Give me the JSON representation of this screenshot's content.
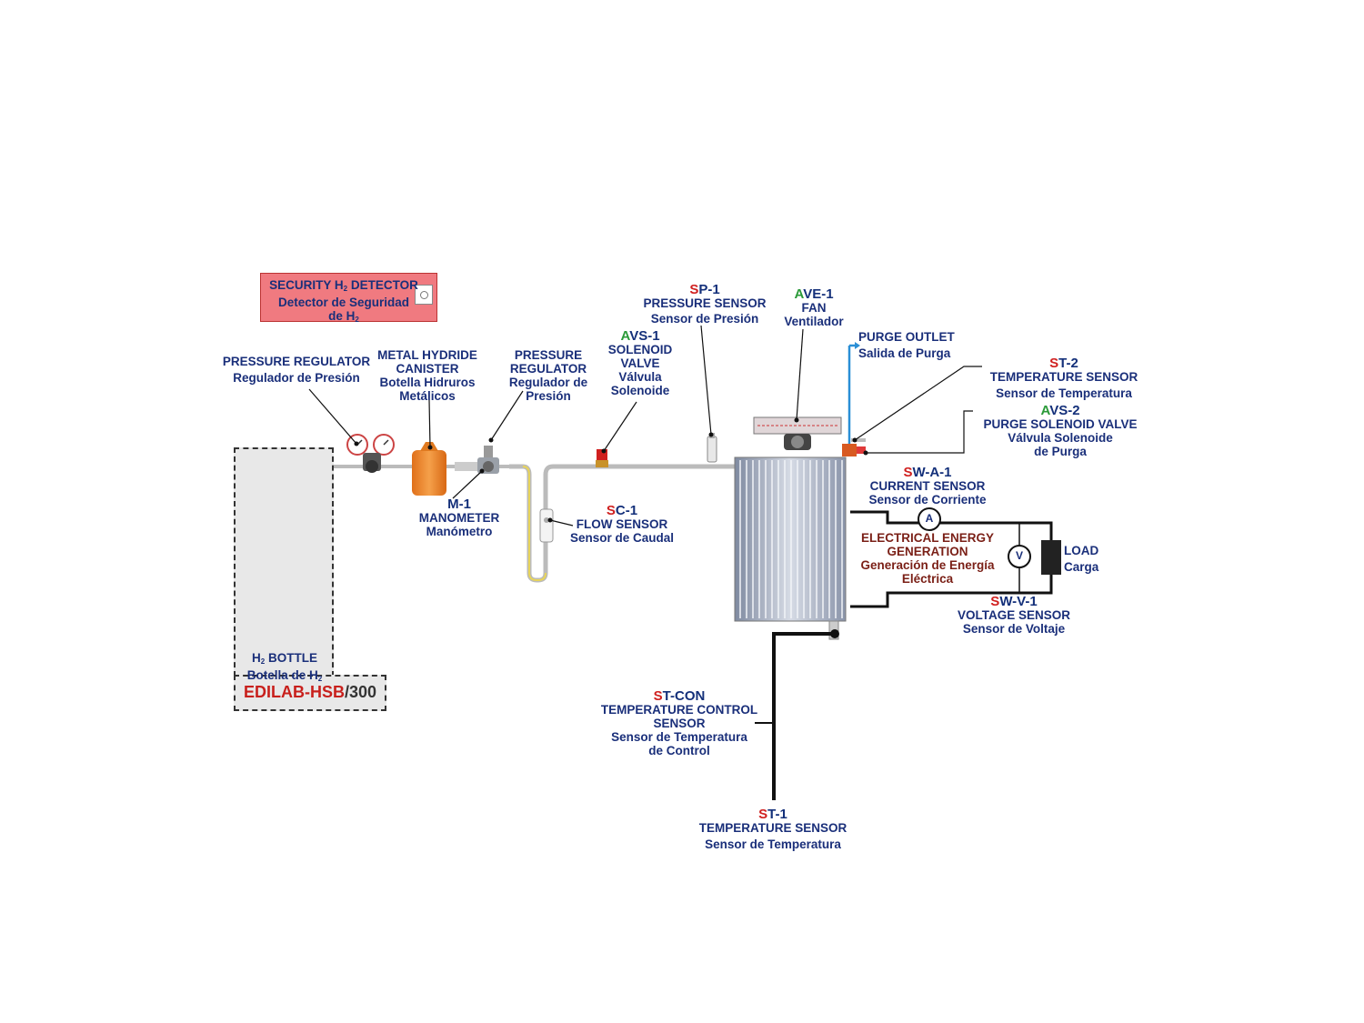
{
  "detector": {
    "en_pre": "SECURITY H",
    "en_sub": "2",
    "en_post": " DETECTOR",
    "es1": "Detector de Seguridad",
    "es2_pre": "de H",
    "es2_sub": "2"
  },
  "bottle": {
    "en_pre": "H",
    "en_sub": "2",
    "en_post": " BOTTLE",
    "es_pre": "Botella de H",
    "es_sub": "2"
  },
  "model": {
    "prefix": "EDILAB-HSB",
    "suffix": "/300"
  },
  "pressure_regulator_1": {
    "en": "PRESSURE REGULATOR",
    "es": "Regulador de Presión"
  },
  "canister": {
    "en1": "METAL HYDRIDE",
    "en2": "CANISTER",
    "es1": "Botella Hidruros",
    "es2": "Metálicos"
  },
  "pressure_regulator_2": {
    "en1": "PRESSURE",
    "en2": "REGULATOR",
    "es1": "Regulador de",
    "es2": "Presión"
  },
  "manometer": {
    "code": "M-1",
    "en": "MANOMETER",
    "es": "Manómetro"
  },
  "solenoid_valve": {
    "code_a": "A",
    "code_b": "VS-1",
    "en1": "SOLENOID",
    "en2": "VALVE",
    "es1": "Válvula",
    "es2": "Solenoide"
  },
  "flow_sensor": {
    "code_a": "S",
    "code_b": "C-1",
    "en": "FLOW SENSOR",
    "es": "Sensor de Caudal"
  },
  "pressure_sensor": {
    "code_a": "S",
    "code_b": "P-1",
    "en": "PRESSURE SENSOR",
    "es": "Sensor de Presión"
  },
  "fan": {
    "code_a": "A",
    "code_b": "VE-1",
    "en": "FAN",
    "es": "Ventilador"
  },
  "purge_outlet": {
    "en": "PURGE OUTLET",
    "es": "Salida de Purga"
  },
  "temp_sensor_2": {
    "code_a": "S",
    "code_b": "T-2",
    "en": "TEMPERATURE SENSOR",
    "es": "Sensor de Temperatura"
  },
  "purge_valve": {
    "code_a": "A",
    "code_b": "VS-2",
    "en": "PURGE SOLENOID VALVE",
    "es1": "Válvula Solenoide",
    "es2": "de Purga"
  },
  "current_sensor": {
    "code_a": "S",
    "code_b": "W-A-1",
    "en": "CURRENT SENSOR",
    "es": "Sensor de Corriente"
  },
  "generation": {
    "en1": "ELECTRICAL ENERGY",
    "en2": "GENERATION",
    "es1": "Generación de Energía",
    "es2": "Eléctrica"
  },
  "load": {
    "en": "LOAD",
    "es": "Carga"
  },
  "voltage_sensor": {
    "code_a": "S",
    "code_b": "W-V-1",
    "en": "VOLTAGE SENSOR",
    "es": "Sensor de Voltaje"
  },
  "ammeter_symbol": "A",
  "voltmeter_symbol": "V",
  "temp_control": {
    "code_a": "S",
    "code_b": "T-CON",
    "en1": "TEMPERATURE CONTROL",
    "en2": "SENSOR",
    "es1": "Sensor de Temperatura",
    "es2": "de Control"
  },
  "temp_sensor_1": {
    "code_a": "S",
    "code_b": "T-1",
    "en": "TEMPERATURE SENSOR",
    "es": "Sensor de Temperatura"
  },
  "colors": {
    "code_red": "#d0201f",
    "code_green": "#2a9a38",
    "label_blue": "#14307a",
    "purge_blue": "#2a8fd6",
    "canister_orange": "#f08a2a"
  }
}
